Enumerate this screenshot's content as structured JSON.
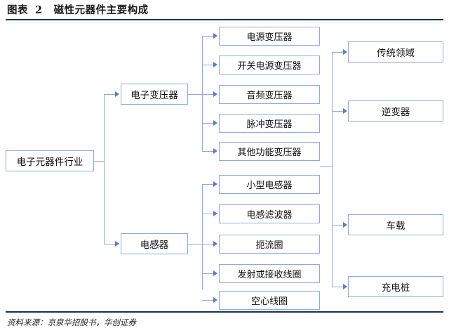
{
  "header": {
    "label": "图表",
    "number": "2",
    "title": "磁性元器件主要构成"
  },
  "footer": {
    "source": "资料来源：京泉华招股书，华创证券",
    "watermark": ""
  },
  "colors": {
    "rule": "#17315c",
    "box_border": "#8faadc",
    "connector": "#8faadc",
    "arrow": "#5b7cbf",
    "text": "#111111"
  },
  "diagram": {
    "root": {
      "label": "电子元器件行业"
    },
    "level2": [
      {
        "label": "电子变压器"
      },
      {
        "label": "电感器"
      }
    ],
    "transformer_children": [
      {
        "label": "电源变压器"
      },
      {
        "label": "开关电源变压器"
      },
      {
        "label": "音频变压器"
      },
      {
        "label": "脉冲变压器"
      },
      {
        "label": "其他功能变压器"
      }
    ],
    "inductor_children": [
      {
        "label": "小型电感器"
      },
      {
        "label": "电感滤波器"
      },
      {
        "label": "扼流圈"
      },
      {
        "label": "发射或接收线圈"
      },
      {
        "label": "空心线圈"
      }
    ],
    "applications": [
      {
        "label": "传统领域"
      },
      {
        "label": "逆变器"
      },
      {
        "label": "车载"
      },
      {
        "label": "充电桩"
      }
    ]
  }
}
